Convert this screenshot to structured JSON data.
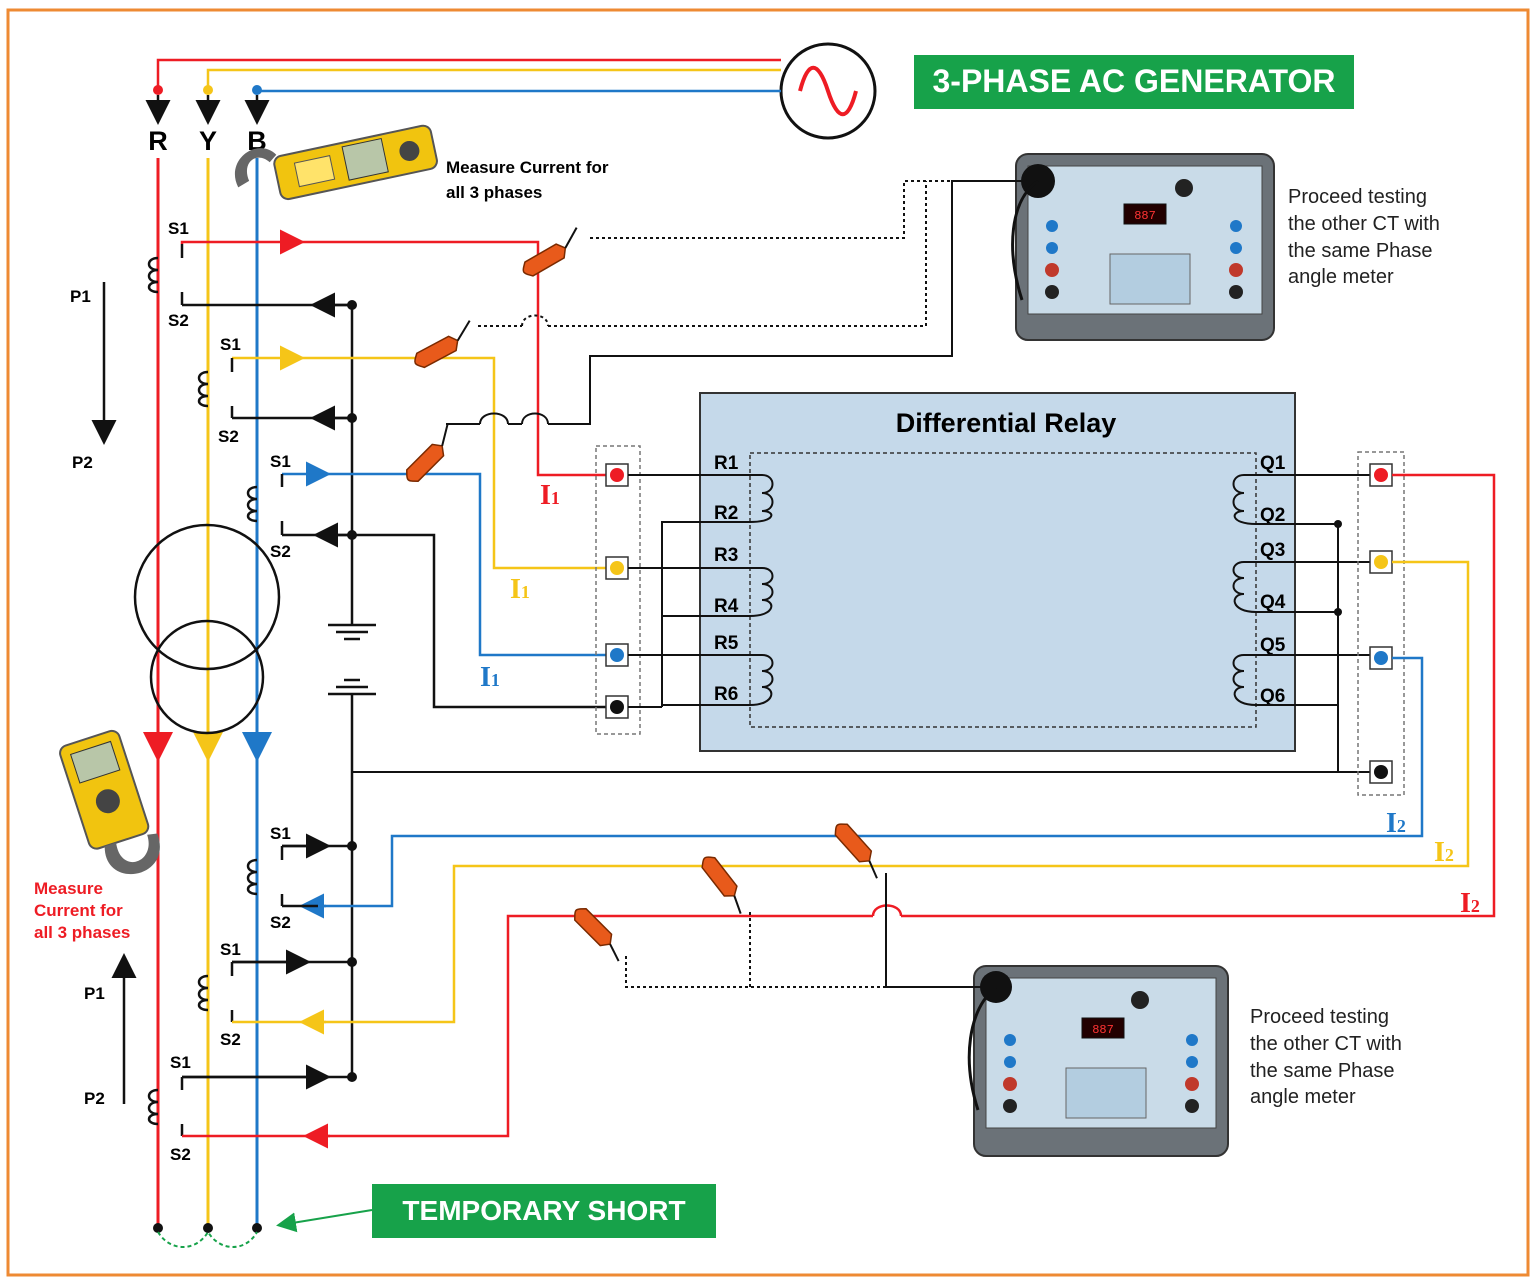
{
  "colors": {
    "frame": "#ee8a33",
    "red": "#ee1c24",
    "yellow": "#f5c518",
    "blue": "#1f78c8",
    "green": "#17a24a",
    "relay_fill": "#c5d9ea"
  },
  "generator": {
    "label": "3-PHASE AC GENERATOR",
    "icon": "sine-wave-icon"
  },
  "phases": [
    {
      "label": "R"
    },
    {
      "label": "Y"
    },
    {
      "label": "B"
    }
  ],
  "meter_top": {
    "text": [
      "Measure Current for",
      "all 3 phases"
    ],
    "icon": "clamp-meter-icon"
  },
  "meter_bottom": {
    "text": [
      "Measure",
      "Current for",
      "all 3 phases"
    ],
    "icon": "clamp-meter-icon"
  },
  "note_top": {
    "text": [
      "Proceed testing",
      "the other CT with",
      "the same Phase",
      "angle meter"
    ],
    "icon": "phase-angle-meter-icon"
  },
  "note_bottom": {
    "text": [
      "Proceed testing",
      "the other CT with",
      "the same Phase",
      "angle meter"
    ],
    "icon": "phase-angle-meter-icon"
  },
  "relay": {
    "title": "Differential Relay",
    "left_terminals": [
      "R1",
      "R2",
      "R3",
      "R4",
      "R5",
      "R6"
    ],
    "right_terminals": [
      "Q1",
      "Q2",
      "Q3",
      "Q4",
      "Q5",
      "Q6"
    ]
  },
  "ct_top": {
    "s1": "S1",
    "s2": "S2"
  },
  "ct_bottom": {
    "s1": "S1",
    "s2": "S2"
  },
  "direction_top": {
    "from": "P1",
    "to": "P2"
  },
  "direction_bottom": {
    "from": "P1",
    "to": "P2"
  },
  "current_labels": {
    "i1": {
      "letter": "I",
      "sub": "1"
    },
    "i2": {
      "letter": "I",
      "sub": "2"
    }
  },
  "short": {
    "label": "TEMPORARY SHORT"
  }
}
